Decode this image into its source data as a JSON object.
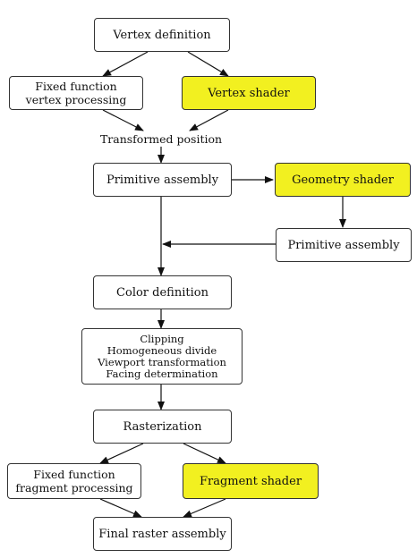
{
  "nodes": {
    "vertex_definition": "Vertex definition",
    "fixed_vertex": [
      "Fixed function",
      "vertex processing"
    ],
    "vertex_shader": "Vertex shader",
    "transformed_position": "Transformed position",
    "primitive_assembly_1": "Primitive assembly",
    "geometry_shader": "Geometry shader",
    "primitive_assembly_2": "Primitive assembly",
    "color_definition": "Color definition",
    "clip_stage": [
      "Clipping",
      "Homogeneous divide",
      "Viewport transformation",
      "Facing determination"
    ],
    "rasterization": "Rasterization",
    "fixed_fragment": [
      "Fixed function",
      "fragment processing"
    ],
    "fragment_shader": "Fragment shader",
    "final_raster": "Final raster assembly"
  },
  "colors": {
    "shader_highlight": "#f2f020",
    "border": "#333333"
  }
}
